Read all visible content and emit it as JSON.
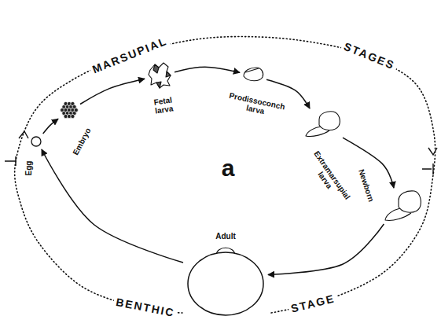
{
  "diagram": {
    "nodes": [
      {
        "text": [
          "Egg"
        ]
      },
      {
        "text": [
          "Embryo"
        ]
      },
      {
        "text": [
          "Fetal larva"
        ]
      },
      {
        "text": [
          "Prodissoconch larva"
        ]
      },
      {
        "text": [
          "Extramarsupial larva"
        ]
      },
      {
        "text": [
          "Newborn"
        ]
      },
      {
        "text": [
          "Adult"
        ]
      }
    ],
    "edges": [
      {
        "from": 0,
        "to": 1,
        "arrow": "to"
      },
      {
        "from": 1,
        "to": 2,
        "arrow": "to"
      },
      {
        "from": 2,
        "to": 3,
        "arrow": "to"
      },
      {
        "from": 3,
        "to": 4,
        "arrow": "to"
      },
      {
        "from": 4,
        "to": 5,
        "arrow": "to"
      },
      {
        "from": 5,
        "to": 6,
        "arrow": "to"
      },
      {
        "from": 6,
        "to": 0,
        "arrow": "to"
      }
    ],
    "labels": [
      "MARSUPIAL",
      "STAGES",
      "a",
      "BENTHIC",
      "STAGE"
    ]
  }
}
